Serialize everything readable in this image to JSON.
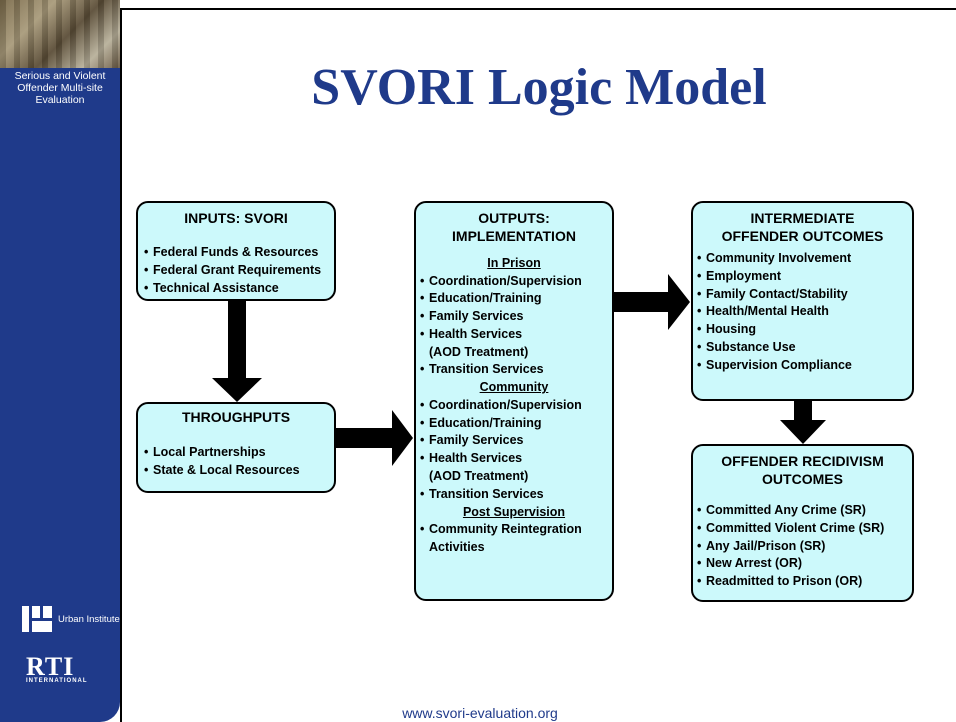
{
  "title": "SVORI Logic Model",
  "sidebar": {
    "caption": "Serious and Violent Offender Multi-site Evaluation",
    "urban_logo_text": "Urban Institute",
    "rti_logo_text": "RTI",
    "rti_logo_subtext": "INTERNATIONAL"
  },
  "footer": "www.svori-evaluation.org",
  "boxes": {
    "inputs": {
      "title": "INPUTS: SVORI",
      "items": [
        "Federal Funds & Resources",
        "Federal Grant Requirements",
        "Technical Assistance"
      ]
    },
    "throughputs": {
      "title": "THROUGHPUTS",
      "items": [
        "Local Partnerships",
        "State & Local Resources"
      ]
    },
    "outputs": {
      "title_line1": "OUTPUTS:",
      "title_line2": "IMPLEMENTATION",
      "in_prison": {
        "heading": "In Prison",
        "items": [
          "Coordination/Supervision",
          "Education/Training",
          "Family Services",
          "Health Services",
          "(AOD Treatment)",
          "Transition Services"
        ]
      },
      "community": {
        "heading": "Community",
        "items": [
          "Coordination/Supervision",
          "Education/Training",
          "Family Services",
          "Health Services",
          "(AOD Treatment)",
          "Transition Services"
        ]
      },
      "post_supervision": {
        "heading": "Post Supervision",
        "items": [
          "Community Reintegration",
          "Activities"
        ]
      }
    },
    "intermediate": {
      "title_line1": "INTERMEDIATE",
      "title_line2": "OFFENDER OUTCOMES",
      "items": [
        "Community Involvement",
        "Employment",
        "Family Contact/Stability",
        "Health/Mental Health",
        "Housing",
        "Substance Use",
        "Supervision Compliance"
      ]
    },
    "recidivism": {
      "title_line1": "OFFENDER RECIDIVISM",
      "title_line2": "OUTCOMES",
      "items": [
        "Committed Any Crime (SR)",
        "Committed Violent Crime (SR)",
        "Any Jail/Prison (SR)",
        "New Arrest (OR)",
        "Readmitted to Prison (OR)"
      ]
    }
  },
  "colors": {
    "sidebar": "#1f3a8a",
    "box_fill": "#ccf9fb",
    "title": "#1f3a8a",
    "arrow": "#000000"
  }
}
